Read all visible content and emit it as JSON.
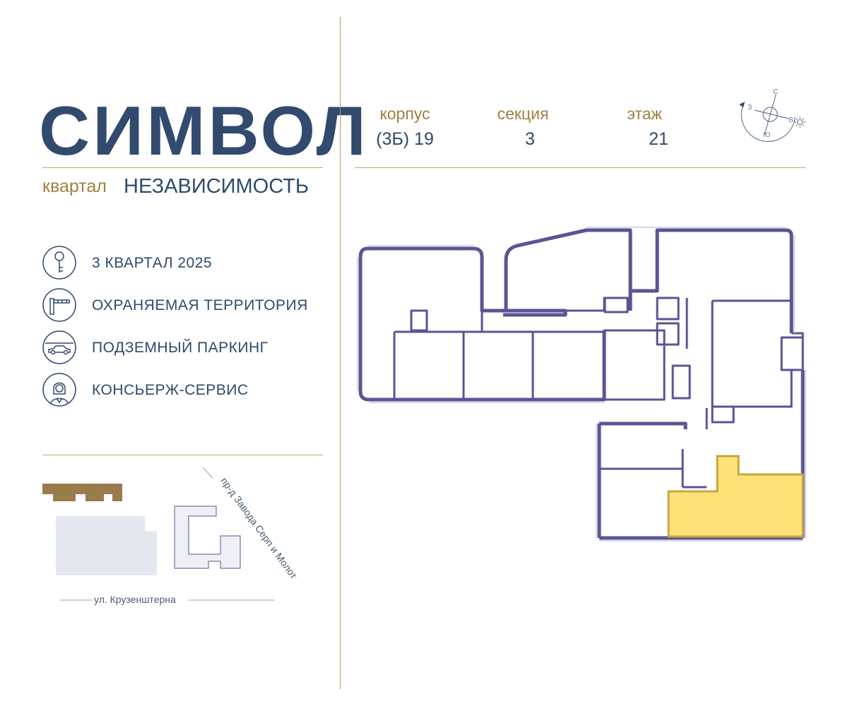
{
  "brand": {
    "title": "СИМВОЛ"
  },
  "district": {
    "prefix": "квартал",
    "name": "НЕЗАВИСИМОСТЬ"
  },
  "features": [
    {
      "icon": "key-icon",
      "label": "3 КВАРТАЛ 2025"
    },
    {
      "icon": "barrier-icon",
      "label": "ОХРАНЯЕМАЯ ТЕРРИТОРИЯ"
    },
    {
      "icon": "car-icon",
      "label": "ПОДЗЕМНЫЙ ПАРКИНГ"
    },
    {
      "icon": "concierge-icon",
      "label": "КОНСЬЕРЖ-СЕРВИС"
    }
  ],
  "info": {
    "building_label": "корпус",
    "building_value": "(3Б) 19",
    "section_label": "секция",
    "section_value": "3",
    "floor_label": "этаж",
    "floor_value": "21"
  },
  "compass": {
    "north": "С",
    "west": "З",
    "east": "В",
    "south": "Ю"
  },
  "site_map": {
    "street_bottom": "ул. Крузенштерна",
    "street_diagonal": "пр-д Завода Серп и Молот"
  },
  "colors": {
    "navy": "#314a6e",
    "gold": "#a08040",
    "plan_wall": "#5a5494",
    "highlight_fill": "#fde27a",
    "highlight_stroke": "#c9a640"
  }
}
